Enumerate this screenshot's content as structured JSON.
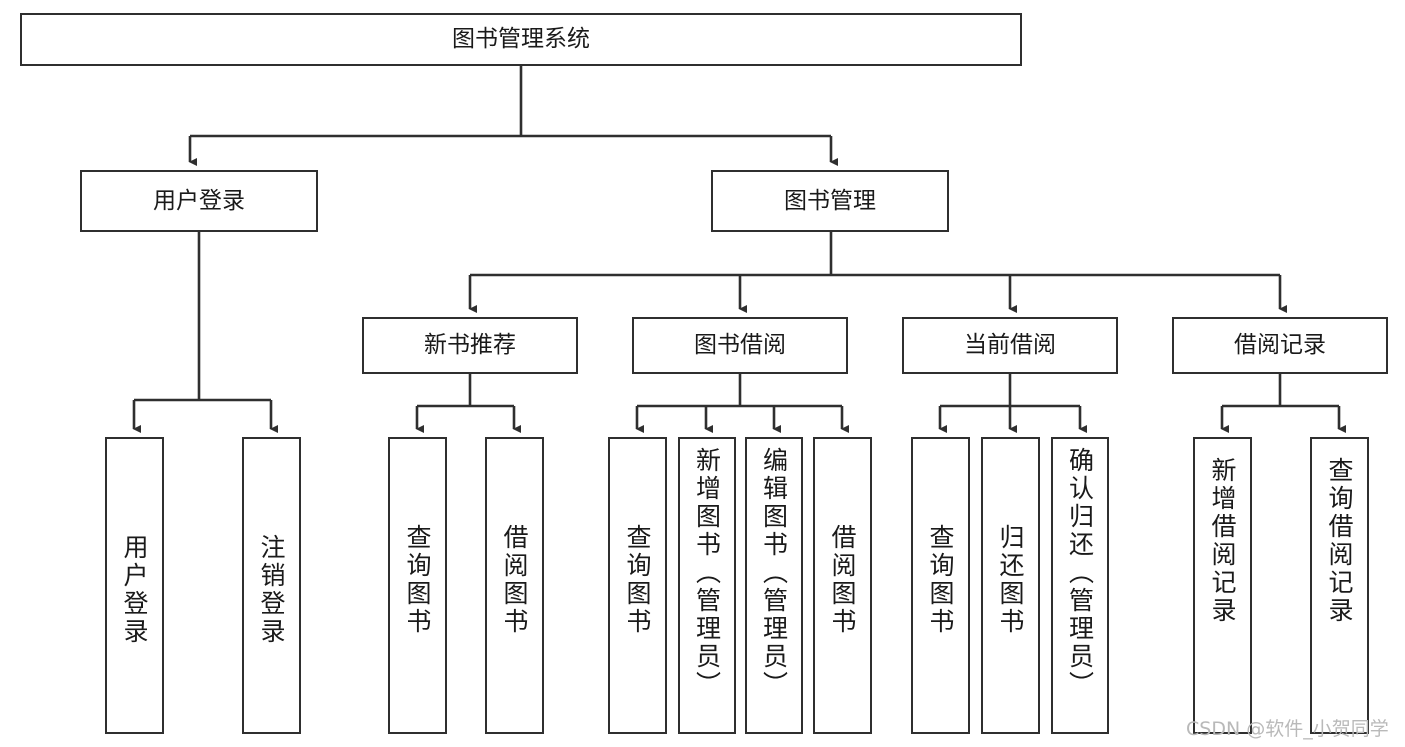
{
  "diagram": {
    "title": "图书管理系统",
    "type": "tree-hierarchy-diagram",
    "colors": {
      "box_border": "#2f2f2f",
      "box_fill": "#ffffff",
      "edge": "#2f2f2f",
      "text": "#1a1a1a",
      "watermark": "#b9b9b9",
      "background": "#ffffff"
    },
    "root": {
      "label": "图书管理系统"
    },
    "level2": [
      {
        "label": "用户登录"
      },
      {
        "label": "图书管理"
      }
    ],
    "level3": [
      {
        "label": "新书推荐"
      },
      {
        "label": "图书借阅"
      },
      {
        "label": "当前借阅"
      },
      {
        "label": "借阅记录"
      }
    ],
    "leaves": {
      "user_login": [
        {
          "label": "用户登录"
        },
        {
          "label": "注销登录"
        }
      ],
      "new_book_recommend": [
        {
          "label": "查询图书"
        },
        {
          "label": "借阅图书"
        }
      ],
      "book_borrow": [
        {
          "label": "查询图书"
        },
        {
          "label": "新增图书（管理员）"
        },
        {
          "label": "编辑图书（管理员）"
        },
        {
          "label": "借阅图书"
        }
      ],
      "current_borrow": [
        {
          "label": "查询图书"
        },
        {
          "label": "归还图书"
        },
        {
          "label": "确认归还（管理员）"
        }
      ],
      "borrow_record": [
        {
          "label": "新增借阅记录"
        },
        {
          "label": "查询借阅记录"
        }
      ]
    },
    "watermark": "CSDN @软件_小贺同学"
  }
}
